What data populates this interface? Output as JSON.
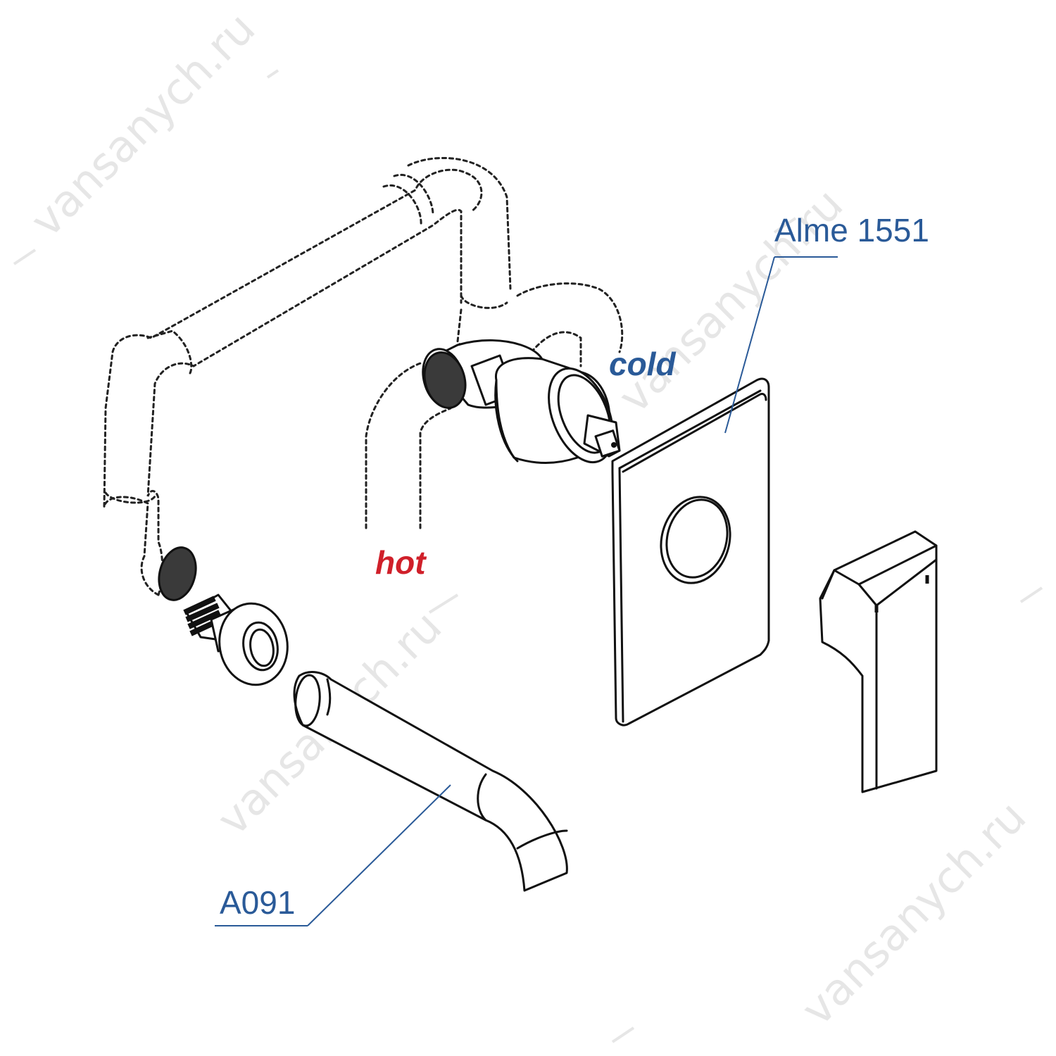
{
  "labels": {
    "cover": "Alme 1551",
    "spout": "A091",
    "cold": "cold",
    "hot": "hot"
  },
  "watermark": {
    "text": "vansanych.ru",
    "color": "#e6e6e6"
  },
  "colors": {
    "label_blue": "#2a5a98",
    "hot_red": "#d0202a",
    "ink": "#111111"
  }
}
